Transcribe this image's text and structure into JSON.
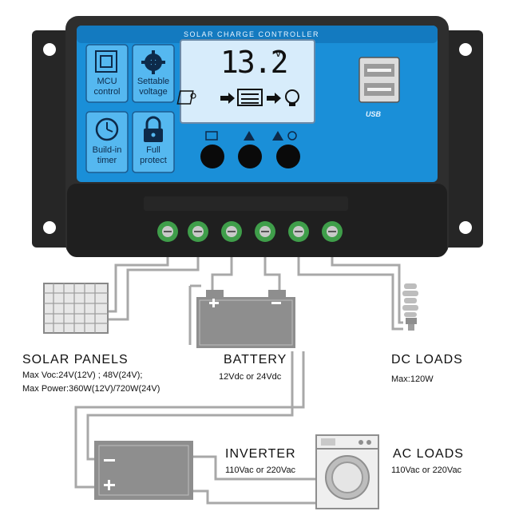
{
  "controller": {
    "title": "SOLAR CHARGE CONTROLLER",
    "lcd_value": "13.2",
    "lcd_unit": "v",
    "usb_label": "USB",
    "tiles": [
      {
        "label": "MCU control",
        "icon": "chip-icon"
      },
      {
        "label": "Settable voltage",
        "icon": "gear-icon"
      },
      {
        "label": "Build-in timer",
        "icon": "clock-icon"
      },
      {
        "label": "Full protect",
        "icon": "lock-icon"
      }
    ]
  },
  "labels": {
    "solar_title": "SOLAR  PANELS",
    "solar_voc": "Max  Voc:24V(12V) ; 48V(24V);",
    "solar_power": "Max  Power:360W(12V)/720W(24V)",
    "battery_title": "BATTERY",
    "battery_spec": "12Vdc  or  24Vdc",
    "dc_title": "DC  LOADS",
    "dc_spec": "Max:120W",
    "inverter_title": "INVERTER",
    "inverter_spec": "110Vac  or  220Vac",
    "ac_title": "AC  LOADS",
    "ac_spec": "110Vac  or  220Vac"
  },
  "colors": {
    "housing": "#2b2b2b",
    "panel_blue": "#1a8fd8",
    "tile_blue": "#55b8f0",
    "lcd": "#d7ecfb",
    "wire": "#a8a8a8",
    "terminal_green": "#3f9e4a",
    "device_gray": "#8e8e8e"
  }
}
